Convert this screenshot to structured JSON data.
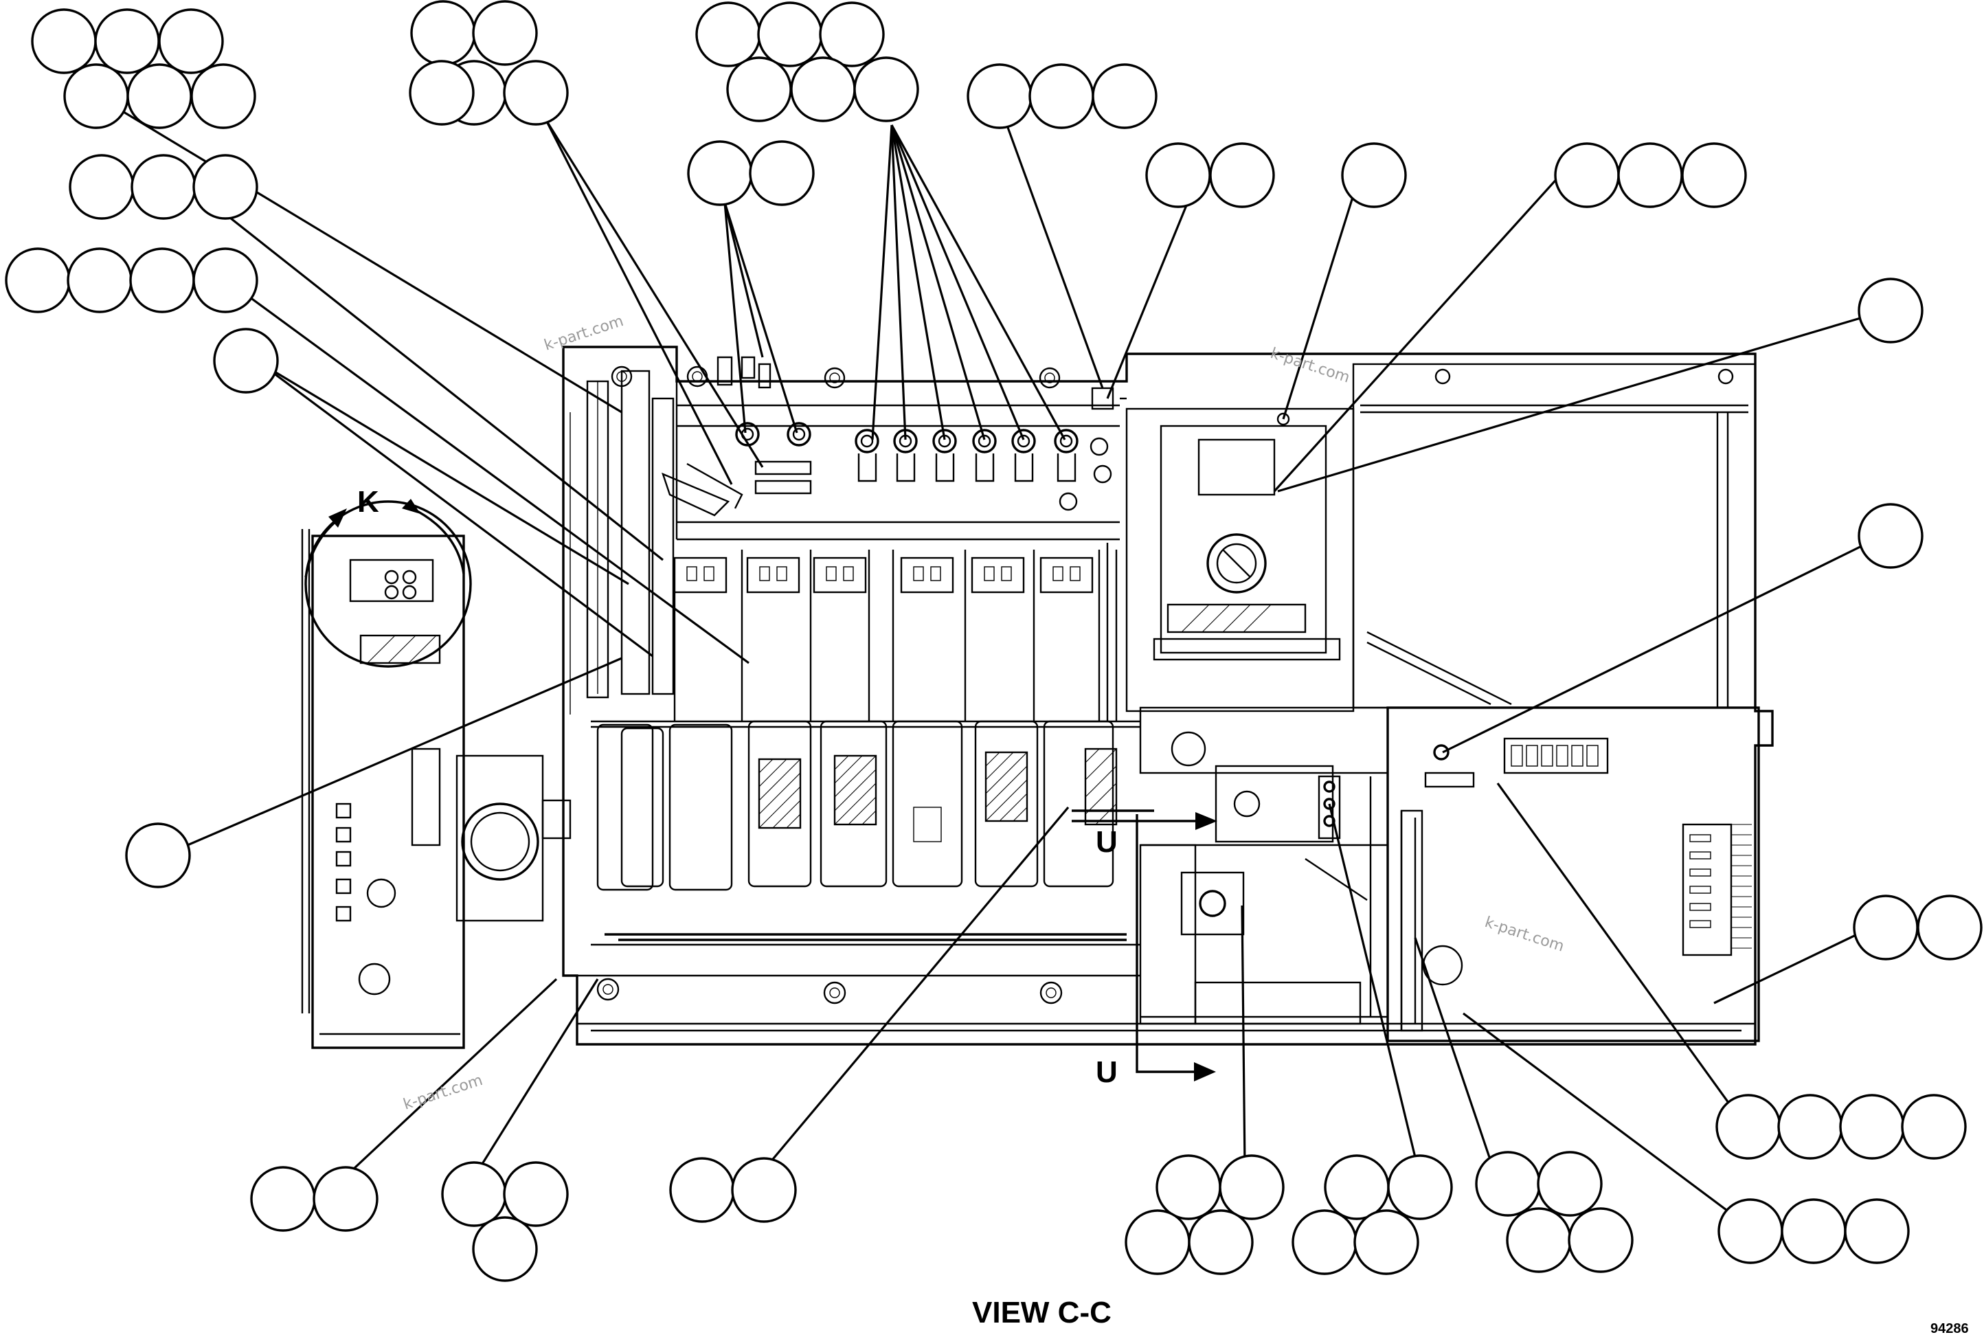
{
  "labels": {
    "view_title": "VIEW  C-C",
    "drawing_number": "94286",
    "detail_letter": "K",
    "section_letter_upper": "U",
    "section_letter_lower": "U"
  },
  "watermarks": [
    "k-part.com",
    "k-part.com",
    "k-part.com",
    "k-part.com"
  ],
  "callout_groups": [
    {
      "id": "g1",
      "bubbles": 6
    },
    {
      "id": "g2",
      "bubbles": 5
    },
    {
      "id": "g3",
      "bubbles": 6
    },
    {
      "id": "g4",
      "bubbles": 3
    },
    {
      "id": "g5",
      "bubbles": 2
    },
    {
      "id": "g6",
      "bubbles": 2
    },
    {
      "id": "g7",
      "bubbles": 1
    },
    {
      "id": "g8",
      "bubbles": 3
    },
    {
      "id": "g9",
      "bubbles": 1
    },
    {
      "id": "g10",
      "bubbles": 3
    },
    {
      "id": "g11",
      "bubbles": 4
    },
    {
      "id": "g12",
      "bubbles": 4
    },
    {
      "id": "g13",
      "bubbles": 1
    },
    {
      "id": "g14",
      "bubbles": 1
    },
    {
      "id": "g15",
      "bubbles": 2
    },
    {
      "id": "g16",
      "bubbles": 4
    },
    {
      "id": "g17",
      "bubbles": 3
    },
    {
      "id": "g18",
      "bubbles": 2
    },
    {
      "id": "g19",
      "bubbles": 4
    },
    {
      "id": "g20",
      "bubbles": 4
    },
    {
      "id": "g21",
      "bubbles": 4
    },
    {
      "id": "g22",
      "bubbles": 4
    },
    {
      "id": "g23",
      "bubbles": 4
    }
  ]
}
